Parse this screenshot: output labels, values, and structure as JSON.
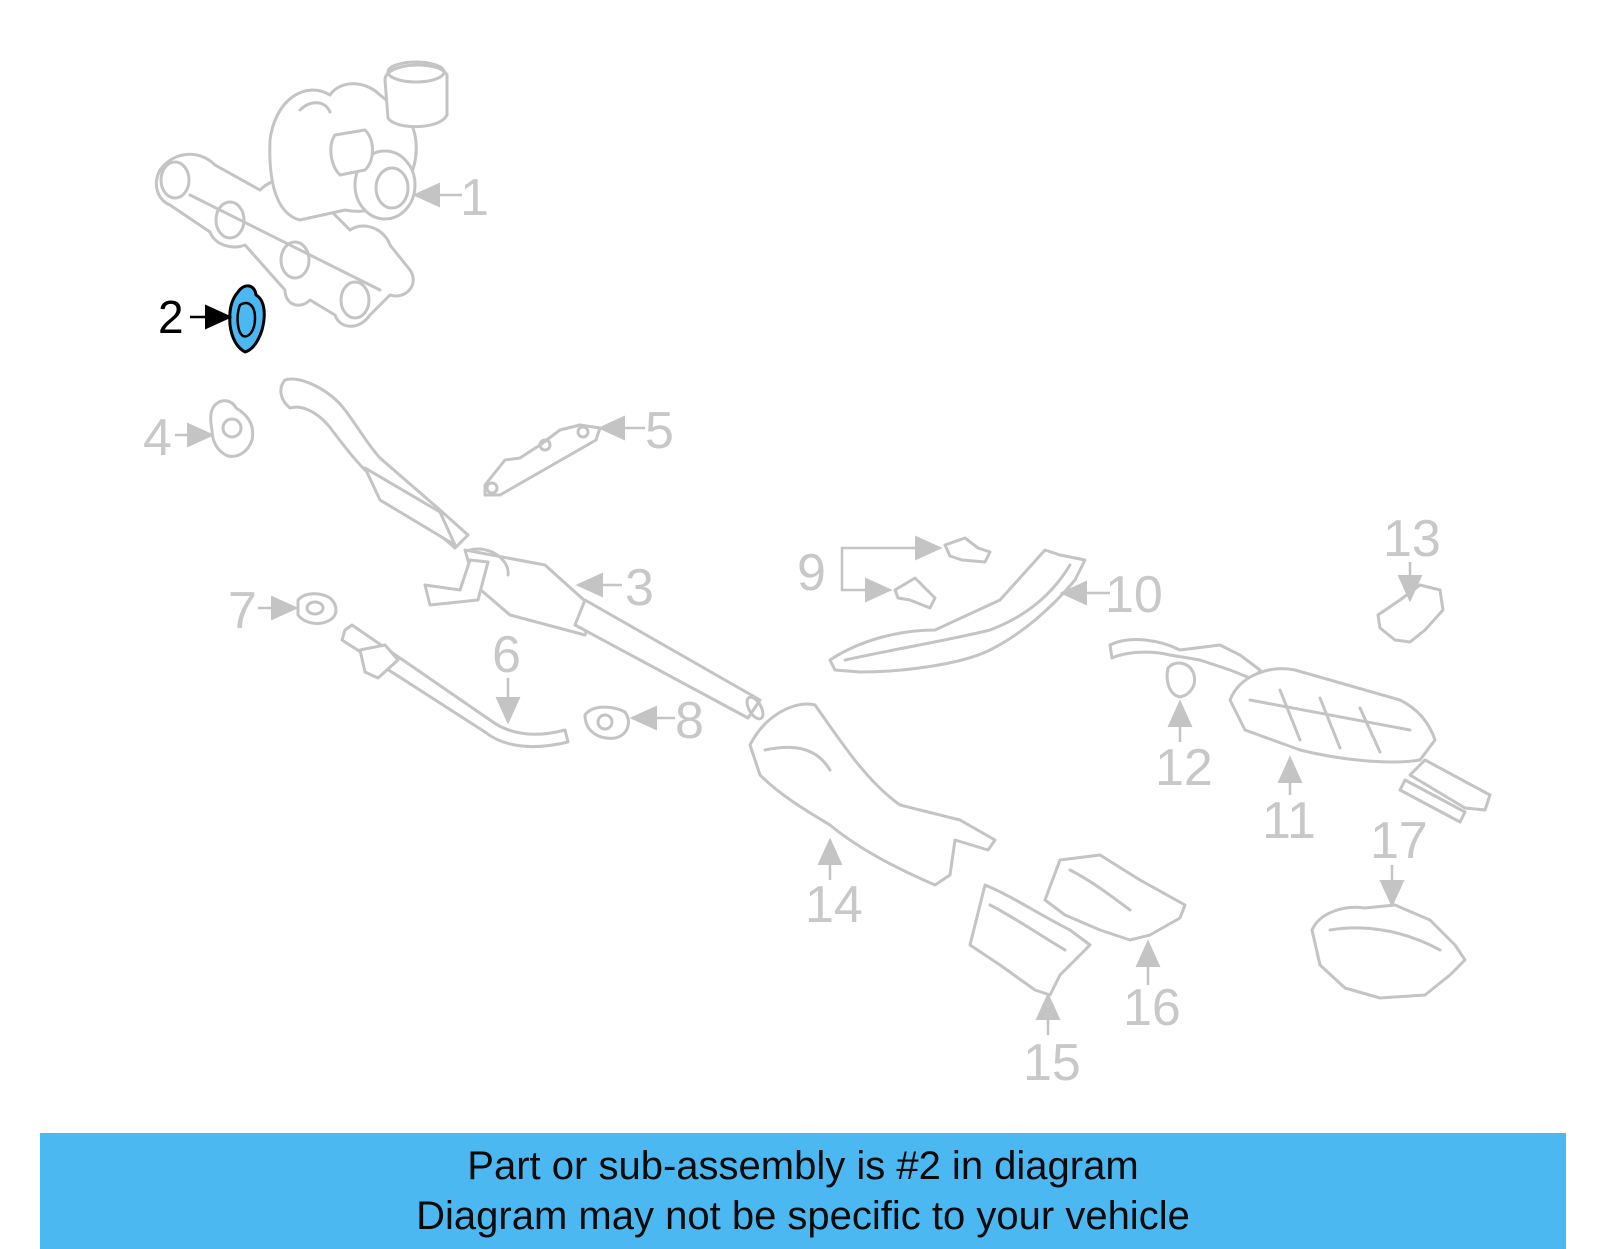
{
  "callouts": [
    {
      "id": "1",
      "label": "1",
      "highlighted": false
    },
    {
      "id": "2",
      "label": "2",
      "highlighted": true
    },
    {
      "id": "3",
      "label": "3",
      "highlighted": false
    },
    {
      "id": "4",
      "label": "4",
      "highlighted": false
    },
    {
      "id": "5",
      "label": "5",
      "highlighted": false
    },
    {
      "id": "6",
      "label": "6",
      "highlighted": false
    },
    {
      "id": "7",
      "label": "7",
      "highlighted": false
    },
    {
      "id": "8",
      "label": "8",
      "highlighted": false
    },
    {
      "id": "9",
      "label": "9",
      "highlighted": false
    },
    {
      "id": "10",
      "label": "10",
      "highlighted": false
    },
    {
      "id": "11",
      "label": "11",
      "highlighted": false
    },
    {
      "id": "12",
      "label": "12",
      "highlighted": false
    },
    {
      "id": "13",
      "label": "13",
      "highlighted": false
    },
    {
      "id": "14",
      "label": "14",
      "highlighted": false
    },
    {
      "id": "15",
      "label": "15",
      "highlighted": false
    },
    {
      "id": "16",
      "label": "16",
      "highlighted": false
    },
    {
      "id": "17",
      "label": "17",
      "highlighted": false
    }
  ],
  "highlight_color": "#4cb8f2",
  "part_outline_color": "#c4c4c4",
  "banner": {
    "line1": "Part or sub-assembly is #2 in diagram",
    "line2": "Diagram may not be specific to your vehicle",
    "background": "#4cb8f2"
  }
}
